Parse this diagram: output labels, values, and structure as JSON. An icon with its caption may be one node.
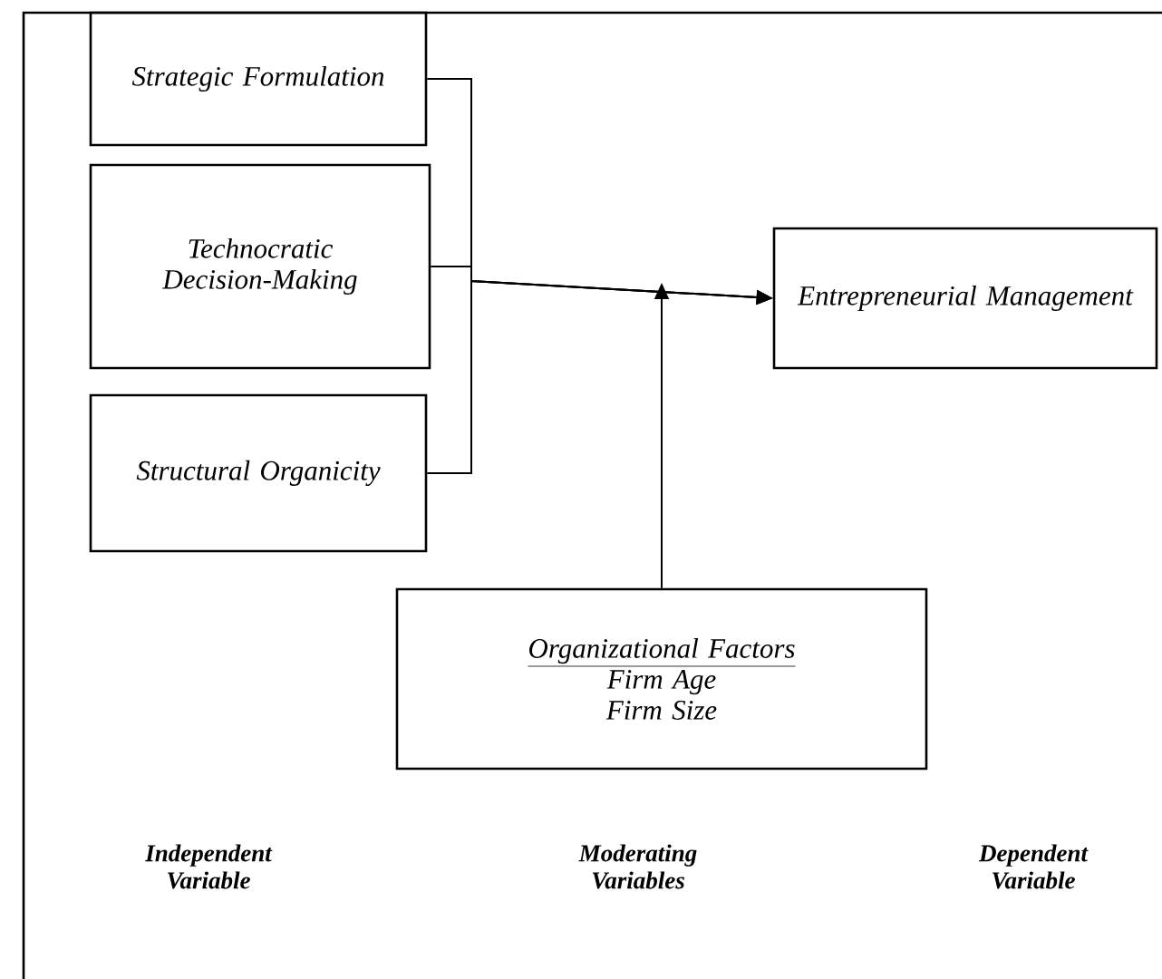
{
  "diagram": {
    "nodes": [
      {
        "text": [
          "Strategic Formulation"
        ]
      },
      {
        "text": [
          "Technocratic Decision-Making"
        ]
      },
      {
        "text": [
          "Structural Organicity"
        ]
      },
      {
        "text": [
          "Entrepreneurial Management"
        ]
      },
      {
        "text": [
          "Organizational Factors",
          "Firm Age",
          "Firm Size"
        ]
      }
    ],
    "edges": [
      {
        "from": 0,
        "to": 3,
        "arrow": "to"
      },
      {
        "from": 1,
        "to": 3,
        "arrow": "to"
      },
      {
        "from": 2,
        "to": 3,
        "arrow": "to"
      },
      {
        "from": 4,
        "to": null,
        "arrow": "to"
      }
    ],
    "labels": [
      "Independent Variable",
      "Moderating Variables",
      "Dependent Variable"
    ]
  }
}
